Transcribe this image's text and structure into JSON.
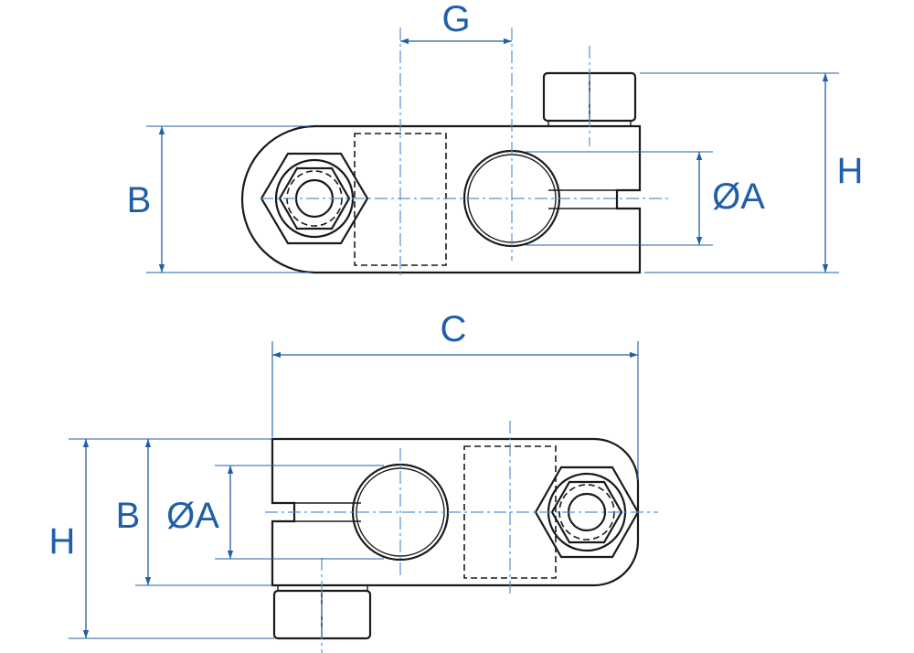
{
  "colors": {
    "dimension": "#1f5fa8",
    "outline": "#1a1a1a",
    "centerline": "#5b8fd0"
  },
  "top_view": {
    "labels": {
      "g": "G",
      "b": "B",
      "a": "ØA",
      "h": "H"
    }
  },
  "bottom_view": {
    "labels": {
      "c": "C",
      "h": "H",
      "b": "B",
      "a": "ØA"
    }
  }
}
